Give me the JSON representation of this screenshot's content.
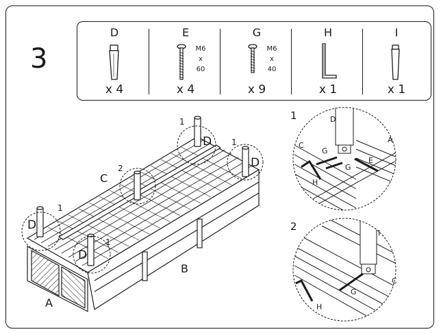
{
  "step": {
    "number": "3"
  },
  "parts": [
    {
      "label": "D",
      "qty": "x 4",
      "spec": []
    },
    {
      "label": "E",
      "qty": "x 4",
      "spec": [
        "M6",
        "x",
        "60"
      ]
    },
    {
      "label": "G",
      "qty": "x 9",
      "spec": [
        "M6",
        "x",
        "40"
      ]
    },
    {
      "label": "H",
      "qty": "x 1",
      "spec": []
    },
    {
      "label": "I",
      "qty": "x 1",
      "spec": []
    }
  ],
  "main_view": {
    "callouts": {
      "leg_back_left": "1",
      "leg_back_right": "1",
      "leg_middle": "2",
      "leg_front_left": "1",
      "leg_front_right": "1"
    },
    "letters": {
      "d_back_left": "D",
      "d_back_right": "D",
      "d_front_left": "D",
      "d_front_right": "D",
      "c": "C",
      "a": "A",
      "b": "B"
    }
  },
  "detail1": {
    "number": "1",
    "labels": {
      "d": "D",
      "c": "C",
      "a": "A",
      "g1": "G",
      "g2": "G",
      "e": "E",
      "h": "H"
    }
  },
  "detail2": {
    "number": "2",
    "labels": {
      "i": "I",
      "c": "C",
      "g": "G",
      "h": "H"
    }
  }
}
